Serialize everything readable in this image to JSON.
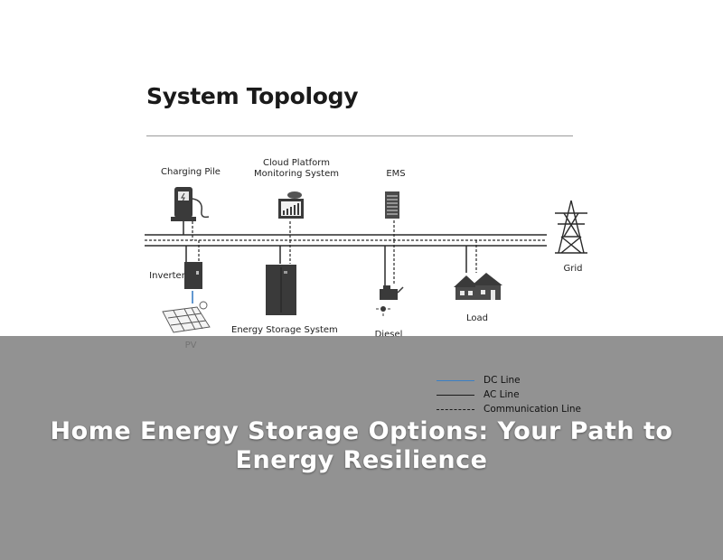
{
  "diagram": {
    "title": "System Topology",
    "nodes": {
      "charging_pile": "Charging Pile",
      "cloud_platform": [
        "Cloud Platform",
        "Monitoring System"
      ],
      "ems": "EMS",
      "grid": "Grid",
      "inverter": "Inverter",
      "pv": "PV",
      "energy_storage": "Energy Storage System",
      "diesel": "Diesel",
      "load": "Load"
    },
    "legend": [
      {
        "label": "DC Line",
        "style": "solid",
        "color": "#3b7fc4"
      },
      {
        "label": "AC Line",
        "style": "solid",
        "color": "#1a1a1a"
      },
      {
        "label": "Communication Line",
        "style": "dashed",
        "color": "#1a1a1a"
      }
    ],
    "icons": [
      "ev-charger-icon",
      "cloud-monitor-icon",
      "ems-cabinet-icon",
      "transmission-tower-icon",
      "inverter-icon",
      "solar-panel-icon",
      "battery-cabinet-icon",
      "diesel-generator-icon",
      "house-icon"
    ]
  },
  "headline": "Home Energy Storage Options: Your Path to Energy Resilience"
}
